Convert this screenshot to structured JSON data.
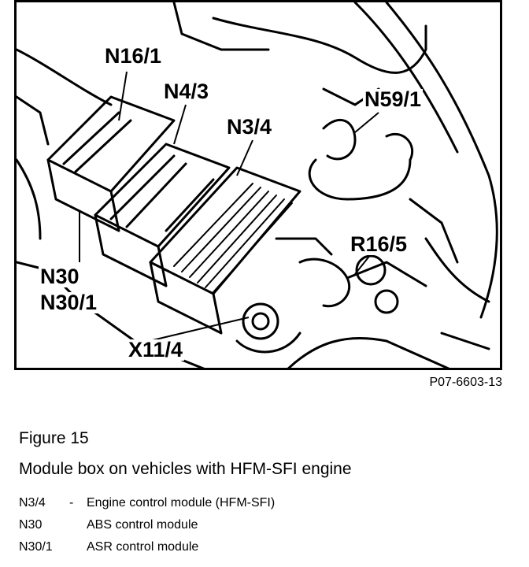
{
  "diagram": {
    "reference_code": "P07-6603-13",
    "callouts": [
      {
        "id": "n16-1",
        "text": "N16/1"
      },
      {
        "id": "n4-3",
        "text": "N4/3"
      },
      {
        "id": "n3-4",
        "text": "N3/4"
      },
      {
        "id": "n59-1",
        "text": "N59/1"
      },
      {
        "id": "r16-5",
        "text": "R16/5"
      },
      {
        "id": "n30",
        "text": "N30"
      },
      {
        "id": "n30-1",
        "text": "N30/1"
      },
      {
        "id": "x11-4",
        "text": "X11/4"
      }
    ]
  },
  "caption": {
    "figure_number": "Figure 15",
    "title": "Module box on vehicles with HFM-SFI engine"
  },
  "legend": [
    {
      "code": "N3/4",
      "separator": "-",
      "description": "Engine control module (HFM-SFI)"
    },
    {
      "code": "N30",
      "separator": "",
      "description": "ABS control module"
    },
    {
      "code": "N30/1",
      "separator": "",
      "description": "ASR control module"
    }
  ]
}
